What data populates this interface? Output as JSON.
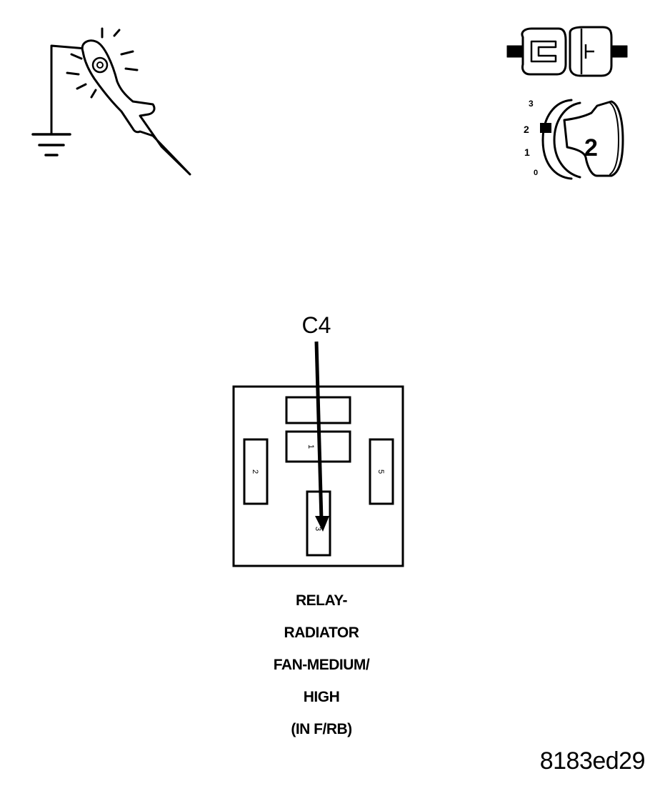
{
  "icons": {
    "test_light": "test-light-grounded-icon",
    "connector": "disconnected-connector-icon",
    "ignition": "ignition-key-position-icon"
  },
  "ignition": {
    "positions": [
      "3",
      "2",
      "1",
      "0"
    ],
    "selected": "2"
  },
  "relay": {
    "callout": "C4",
    "cavity_labels": {
      "left": "2",
      "right": "5",
      "center": "1",
      "bottom": "3"
    }
  },
  "caption_lines": [
    "RELAY-",
    "RADIATOR",
    "FAN-MEDIUM/",
    "HIGH",
    "(IN F/RB)"
  ],
  "figure_code": "8183ed29"
}
